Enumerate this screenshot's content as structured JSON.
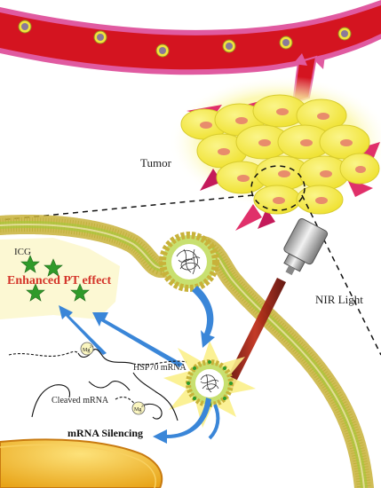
{
  "labels": {
    "tumor": "Tumor",
    "icg": "ICG",
    "enhanced_pt": "Enhanced PT effect",
    "nir_light": "NIR Light",
    "hsp70_mrna": "HSP70 mRNA",
    "cleaved_mrna": "Cleaved mRNA",
    "mg_ion": "Mg",
    "mg_charge": "2+",
    "mrna_silencing": "mRNA Silencing"
  },
  "colors": {
    "vessel": "#d41420",
    "vessel_wall": "#e05aa0",
    "tumor_cell": "#f2ea3c",
    "tumor_glow": "#fbf6a0",
    "nucleus": "#e88c6c",
    "membrane_bead": "#c8b23a",
    "membrane_tail": "#8aa62a",
    "arrow_blue": "#3a86d8",
    "star_green": "#2f9a2a",
    "enhanced_text": "#d4352a",
    "laser": "#8a1a10",
    "nucleus_cell": "#f0c030"
  }
}
